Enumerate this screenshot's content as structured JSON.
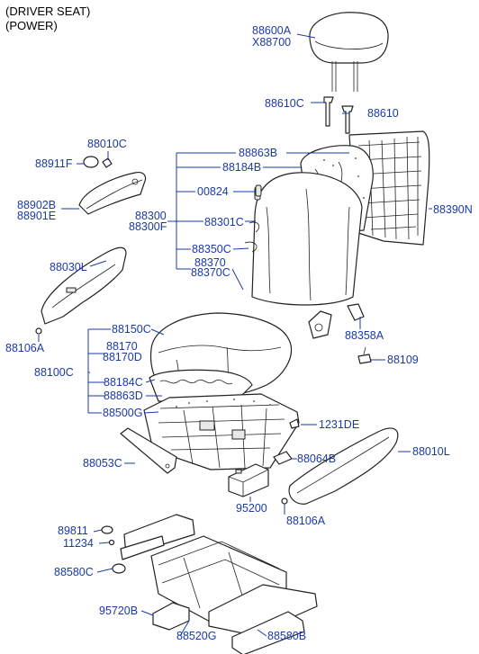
{
  "header": {
    "line1": "(DRIVER SEAT)",
    "line2": "(POWER)"
  },
  "parts": {
    "p88600A": "88600A",
    "pX88700": "X88700",
    "p88610C": "88610C",
    "p88610": "88610",
    "p88863B_top": "88863B",
    "p88184B": "88184B",
    "p00824": "00824",
    "p88300": "88300",
    "p88300F": "88300F",
    "p88301C": "88301C",
    "p88350C": "88350C",
    "p88370": "88370",
    "p88370C": "88370C",
    "p88390N": "88390N",
    "p88010C": "88010C",
    "p88911F": "88911F",
    "p88902B": "88902B",
    "p88901E": "88901E",
    "p88030L": "88030L",
    "p88106A_left": "88106A",
    "p88358A": "88358A",
    "p88109": "88109",
    "p88150C": "88150C",
    "p88170": "88170",
    "p88170D": "88170D",
    "p88100C": "88100C",
    "p88184C": "88184C",
    "p88863D": "88863D",
    "p88500G": "88500G",
    "p1231DE": "1231DE",
    "p88053C": "88053C",
    "p88064B": "88064B",
    "p88010L": "88010L",
    "p95200": "95200",
    "p88106A_right": "88106A",
    "p89811": "89811",
    "p11234": "11234",
    "p88580C": "88580C",
    "p95720B": "95720B",
    "p88520G": "88520G",
    "p88580B": "88580B"
  }
}
